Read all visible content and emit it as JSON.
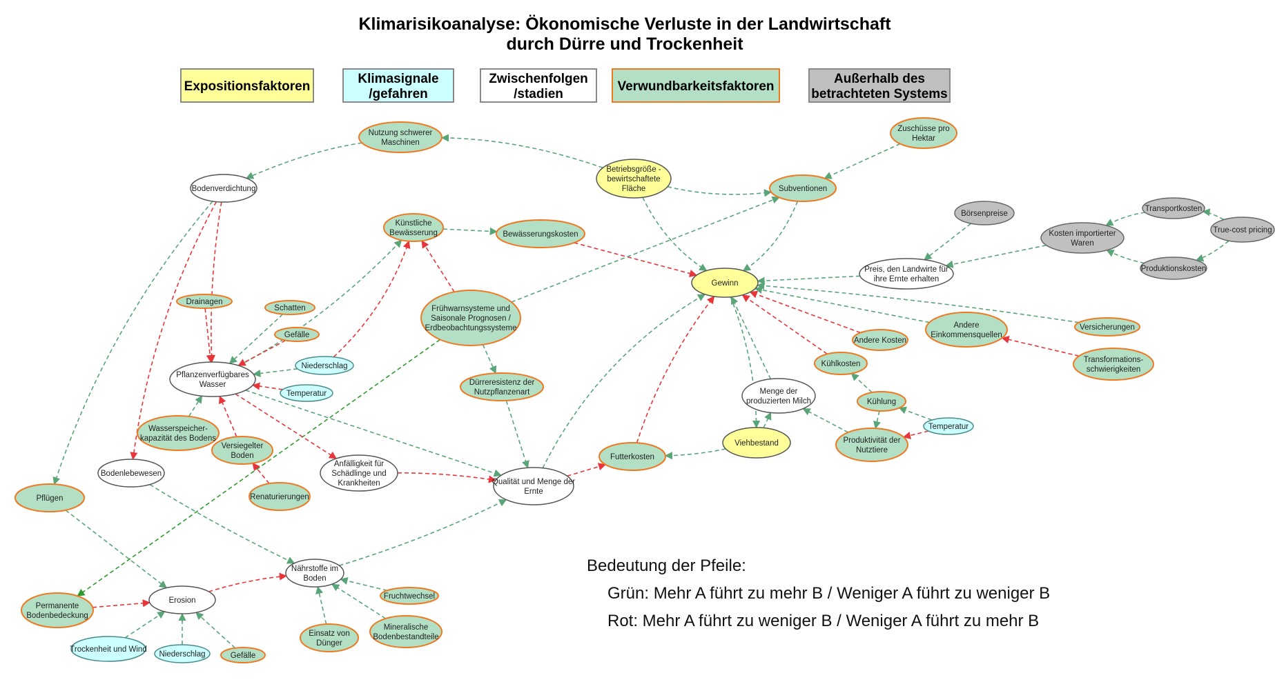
{
  "title": [
    "Klimarisikoanalyse: Ökonomische Verluste in der Landwirtschaft",
    "durch Dürre und Trockenheit"
  ],
  "legend": [
    {
      "id": "exp",
      "lines": [
        "Expositionsfaktoren"
      ],
      "fill": "#ffff99",
      "stroke": "#888888"
    },
    {
      "id": "clim",
      "lines": [
        "Klimasignale",
        "/gefahren"
      ],
      "fill": "#ccffff",
      "stroke": "#888888"
    },
    {
      "id": "inter",
      "lines": [
        "Zwischenfolgen",
        "/stadien"
      ],
      "fill": "#ffffff",
      "stroke": "#888888"
    },
    {
      "id": "vuln",
      "lines": [
        "Verwundbarkeitsfaktoren"
      ],
      "fill": "#b3dfc5",
      "stroke": "#f07820"
    },
    {
      "id": "out",
      "lines": [
        "Außerhalb des",
        "betrachteten Systems"
      ],
      "fill": "#c0c0c0",
      "stroke": "#888888"
    }
  ],
  "styles": {
    "exp": {
      "fill": "#ffff99",
      "stroke": "#555555"
    },
    "clim": {
      "fill": "#ccffff",
      "stroke": "#4a8a8a"
    },
    "inter": {
      "fill": "#ffffff",
      "stroke": "#555555"
    },
    "vuln": {
      "fill": "#b3dfc5",
      "stroke": "#f07820"
    },
    "out": {
      "fill": "#c0c0c0",
      "stroke": "#666666"
    }
  },
  "nodes": [
    {
      "id": "nutzung",
      "lines": [
        "Nutzung schwerer",
        "Maschinen"
      ],
      "type": "vuln"
    },
    {
      "id": "bodenverd",
      "lines": [
        "Bodenverdichtung"
      ],
      "type": "inter"
    },
    {
      "id": "betrieb",
      "lines": [
        "Betriebsgröße -",
        "bewirtschaftete",
        "Fläche"
      ],
      "type": "exp"
    },
    {
      "id": "zuschuss",
      "lines": [
        "Zuschüsse pro",
        "Hektar"
      ],
      "type": "vuln"
    },
    {
      "id": "subv",
      "lines": [
        "Subventionen"
      ],
      "type": "vuln"
    },
    {
      "id": "kuenst",
      "lines": [
        "Künstliche",
        "Bewässerung"
      ],
      "type": "vuln"
    },
    {
      "id": "bewkost",
      "lines": [
        "Bewässerungskosten"
      ],
      "type": "vuln"
    },
    {
      "id": "boersen",
      "lines": [
        "Börsenpreise"
      ],
      "type": "out"
    },
    {
      "id": "transport",
      "lines": [
        "Transportkosten"
      ],
      "type": "out"
    },
    {
      "id": "kostenimp",
      "lines": [
        "Kosten importierter",
        "Waren"
      ],
      "type": "out"
    },
    {
      "id": "truecost",
      "lines": [
        "True-cost pricing"
      ],
      "type": "out"
    },
    {
      "id": "prodkost",
      "lines": [
        "Produktionskosten"
      ],
      "type": "out"
    },
    {
      "id": "preis",
      "lines": [
        "Preis, den Landwirte für",
        "ihre Ernte erhalten"
      ],
      "type": "inter"
    },
    {
      "id": "gewinn",
      "lines": [
        "Gewinn"
      ],
      "type": "exp"
    },
    {
      "id": "drainagen",
      "lines": [
        "Drainagen"
      ],
      "type": "vuln"
    },
    {
      "id": "schatten",
      "lines": [
        "Schatten"
      ],
      "type": "vuln"
    },
    {
      "id": "gefaelle1",
      "lines": [
        "Gefälle"
      ],
      "type": "vuln"
    },
    {
      "id": "fruehwarn",
      "lines": [
        "Frühwarnsysteme und",
        "Saisonale Prognosen /",
        "Erdbeobachtungssysteme"
      ],
      "type": "vuln"
    },
    {
      "id": "niederschlag1",
      "lines": [
        "Niederschlag"
      ],
      "type": "clim"
    },
    {
      "id": "pflanzen",
      "lines": [
        "Pflanzenverfügbares",
        "Wasser"
      ],
      "type": "inter"
    },
    {
      "id": "temp1",
      "lines": [
        "Temperatur"
      ],
      "type": "clim"
    },
    {
      "id": "andereK",
      "lines": [
        "Andere Kosten"
      ],
      "type": "vuln"
    },
    {
      "id": "andereE",
      "lines": [
        "Andere",
        "Einkommensquellen"
      ],
      "type": "vuln"
    },
    {
      "id": "versich",
      "lines": [
        "Versicherungen"
      ],
      "type": "vuln"
    },
    {
      "id": "kuehlkost",
      "lines": [
        "Kühlkosten"
      ],
      "type": "vuln"
    },
    {
      "id": "transform",
      "lines": [
        "Transformations-",
        "schwierigkeiten"
      ],
      "type": "vuln"
    },
    {
      "id": "duerre",
      "lines": [
        "Dürreresistenz der",
        "Nutzpflanzenart"
      ],
      "type": "vuln"
    },
    {
      "id": "milch",
      "lines": [
        "Menge der",
        "produzierten Milch"
      ],
      "type": "inter"
    },
    {
      "id": "kuehlung",
      "lines": [
        "Kühlung"
      ],
      "type": "vuln"
    },
    {
      "id": "wasserspeicher",
      "lines": [
        "Wasserspeicher-",
        "kapazität des Bodens"
      ],
      "type": "vuln"
    },
    {
      "id": "versiegelt",
      "lines": [
        "Versiegelter",
        "Boden"
      ],
      "type": "vuln"
    },
    {
      "id": "temp2",
      "lines": [
        "Temperatur"
      ],
      "type": "clim"
    },
    {
      "id": "vieh",
      "lines": [
        "Viehbestand"
      ],
      "type": "exp"
    },
    {
      "id": "prodnutz",
      "lines": [
        "Produktivität der",
        "Nutztiere"
      ],
      "type": "vuln"
    },
    {
      "id": "futter",
      "lines": [
        "Futterkosten"
      ],
      "type": "vuln"
    },
    {
      "id": "anfaellig",
      "lines": [
        "Anfälligkeit für",
        "Schädlinge und",
        "Krankheiten"
      ],
      "type": "inter"
    },
    {
      "id": "bodenleben",
      "lines": [
        "Bodenlebewesen"
      ],
      "type": "inter"
    },
    {
      "id": "qualitaet",
      "lines": [
        "Qualität und Menge der",
        "Ernte"
      ],
      "type": "inter"
    },
    {
      "id": "pfluegen",
      "lines": [
        "Pflügen"
      ],
      "type": "vuln"
    },
    {
      "id": "renatur",
      "lines": [
        "Renaturierungen"
      ],
      "type": "vuln"
    },
    {
      "id": "naehr",
      "lines": [
        "Nährstoffe im",
        "Boden"
      ],
      "type": "inter"
    },
    {
      "id": "fruchtw",
      "lines": [
        "Fruchtwechsel"
      ],
      "type": "vuln"
    },
    {
      "id": "permanent",
      "lines": [
        "Permanente",
        "Bodenbedeckung"
      ],
      "type": "vuln"
    },
    {
      "id": "erosion",
      "lines": [
        "Erosion"
      ],
      "type": "inter"
    },
    {
      "id": "einsatz",
      "lines": [
        "Einsatz von",
        "Dünger"
      ],
      "type": "vuln"
    },
    {
      "id": "mineral",
      "lines": [
        "Mineralische",
        "Bodenbestandteile"
      ],
      "type": "vuln"
    },
    {
      "id": "trockenwind",
      "lines": [
        "Trockenheit und Wind"
      ],
      "type": "clim"
    },
    {
      "id": "niederschlag2",
      "lines": [
        "Niederschlag"
      ],
      "type": "clim"
    },
    {
      "id": "gefaelle2",
      "lines": [
        "Gefälle"
      ],
      "type": "vuln"
    }
  ],
  "edges": [
    {
      "from": "nutzung",
      "to": "bodenverd",
      "sign": "+"
    },
    {
      "from": "betrieb",
      "to": "nutzung",
      "sign": "+"
    },
    {
      "from": "betrieb",
      "to": "subv",
      "sign": "+"
    },
    {
      "from": "betrieb",
      "to": "gewinn",
      "sign": "+"
    },
    {
      "from": "zuschuss",
      "to": "subv",
      "sign": "+"
    },
    {
      "from": "subv",
      "to": "gewinn",
      "sign": "+"
    },
    {
      "from": "bodenverd",
      "to": "pflanzen",
      "sign": "-"
    },
    {
      "from": "bodenverd",
      "to": "bodenleben",
      "sign": "-"
    },
    {
      "from": "bodenverd",
      "to": "pfluegen",
      "sign": "+"
    },
    {
      "from": "kuenst",
      "to": "bewkost",
      "sign": "+"
    },
    {
      "from": "bewkost",
      "to": "gewinn",
      "sign": "-"
    },
    {
      "from": "pflanzen",
      "to": "kuenst",
      "sign": "+"
    },
    {
      "from": "niederschlag1",
      "to": "kuenst",
      "sign": "-"
    },
    {
      "from": "fruehwarn",
      "to": "kuenst",
      "sign": "-"
    },
    {
      "from": "fruehwarn",
      "to": "subv",
      "sign": "+"
    },
    {
      "from": "fruehwarn",
      "to": "duerre",
      "sign": "+"
    },
    {
      "from": "fruehwarn",
      "to": "permanent",
      "sign": "+",
      "dark": true
    },
    {
      "from": "boersen",
      "to": "preis",
      "sign": "+"
    },
    {
      "from": "kostenimp",
      "to": "preis",
      "sign": "+"
    },
    {
      "from": "transport",
      "to": "kostenimp",
      "sign": "+"
    },
    {
      "from": "truecost",
      "to": "transport",
      "sign": "+"
    },
    {
      "from": "truecost",
      "to": "prodkost",
      "sign": "+"
    },
    {
      "from": "prodkost",
      "to": "kostenimp",
      "sign": "+"
    },
    {
      "from": "preis",
      "to": "gewinn",
      "sign": "+"
    },
    {
      "from": "drainagen",
      "to": "pflanzen",
      "sign": "-"
    },
    {
      "from": "schatten",
      "to": "pflanzen",
      "sign": "+"
    },
    {
      "from": "gefaelle1",
      "to": "pflanzen",
      "sign": "-"
    },
    {
      "from": "niederschlag1",
      "to": "pflanzen",
      "sign": "+"
    },
    {
      "from": "temp1",
      "to": "pflanzen",
      "sign": "-"
    },
    {
      "from": "wasserspeicher",
      "to": "pflanzen",
      "sign": "+"
    },
    {
      "from": "versiegelt",
      "to": "pflanzen",
      "sign": "-"
    },
    {
      "from": "renatur",
      "to": "versiegelt",
      "sign": "-"
    },
    {
      "from": "pflanzen",
      "to": "anfaellig",
      "sign": "-"
    },
    {
      "from": "pflanzen",
      "to": "qualitaet",
      "sign": "+"
    },
    {
      "from": "anfaellig",
      "to": "qualitaet",
      "sign": "-"
    },
    {
      "from": "duerre",
      "to": "qualitaet",
      "sign": "+"
    },
    {
      "from": "qualitaet",
      "to": "gewinn",
      "sign": "+"
    },
    {
      "from": "qualitaet",
      "to": "futter",
      "sign": "-"
    },
    {
      "from": "futter",
      "to": "gewinn",
      "sign": "-"
    },
    {
      "from": "vieh",
      "to": "futter",
      "sign": "+"
    },
    {
      "from": "gewinn",
      "to": "vieh",
      "sign": "+"
    },
    {
      "from": "vieh",
      "to": "milch",
      "sign": "+"
    },
    {
      "from": "milch",
      "to": "gewinn",
      "sign": "+"
    },
    {
      "from": "prodnutz",
      "to": "milch",
      "sign": "+"
    },
    {
      "from": "kuehlung",
      "to": "prodnutz",
      "sign": "+"
    },
    {
      "from": "temp2",
      "to": "prodnutz",
      "sign": "-"
    },
    {
      "from": "temp2",
      "to": "kuehlung",
      "sign": "+"
    },
    {
      "from": "kuehlung",
      "to": "kuehlkost",
      "sign": "+"
    },
    {
      "from": "kuehlkost",
      "to": "gewinn",
      "sign": "-"
    },
    {
      "from": "andereK",
      "to": "gewinn",
      "sign": "-"
    },
    {
      "from": "andereE",
      "to": "gewinn",
      "sign": "+"
    },
    {
      "from": "versich",
      "to": "gewinn",
      "sign": "+"
    },
    {
      "from": "transform",
      "to": "andereE",
      "sign": "-"
    },
    {
      "from": "bodenleben",
      "to": "naehr",
      "sign": "+"
    },
    {
      "from": "naehr",
      "to": "qualitaet",
      "sign": "+"
    },
    {
      "from": "pfluegen",
      "to": "erosion",
      "sign": "+"
    },
    {
      "from": "permanent",
      "to": "erosion",
      "sign": "-"
    },
    {
      "from": "erosion",
      "to": "naehr",
      "sign": "-"
    },
    {
      "from": "trockenwind",
      "to": "erosion",
      "sign": "+"
    },
    {
      "from": "niederschlag2",
      "to": "erosion",
      "sign": "+"
    },
    {
      "from": "gefaelle2",
      "to": "erosion",
      "sign": "+"
    },
    {
      "from": "einsatz",
      "to": "naehr",
      "sign": "+"
    },
    {
      "from": "mineral",
      "to": "naehr",
      "sign": "+"
    },
    {
      "from": "fruchtw",
      "to": "naehr",
      "sign": "+"
    }
  ],
  "explanation": {
    "heading": "Bedeutung der Pfeile:",
    "green": "Grün: Mehr A führt zu mehr B / Weniger A führt zu weniger B",
    "red": "Rot: Mehr A führt zu weniger B / Weniger A führt zu mehr B"
  }
}
